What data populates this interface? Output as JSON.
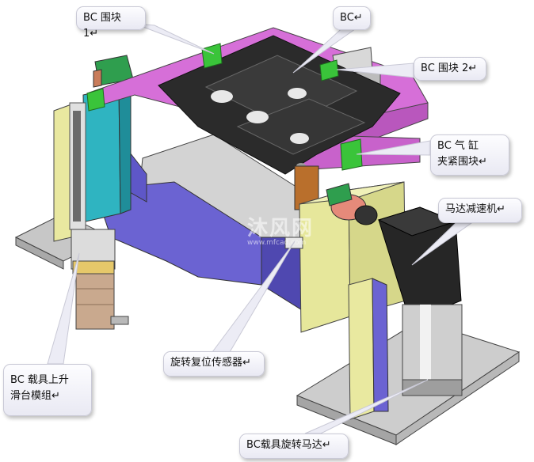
{
  "labels": {
    "bc_block_1": "BC 围块 1↵",
    "bc": "BC↵",
    "bc_block_2": "BC 围块 2↵",
    "bc_cylinder_clamp": "BC  气 缸\n夹紧围块↵",
    "motor_reducer": "马达减速机↵",
    "bc_fixture_lift": "BC  载具上升\n滑台模组↵",
    "rotation_reset_sensor": "旋转复位传感器↵",
    "bc_fixture_rotation_motor": "BC载具旋转马达↵"
  },
  "watermark": {
    "text": "沐风网",
    "sub": "www.mfcad.com"
  },
  "colors": {
    "magenta": "#d46cd6",
    "cyan": "#29b3c0",
    "green": "#3cc43c",
    "purple": "#6a5fd0",
    "yellow": "#e6e79a",
    "black": "#222222",
    "gray": "#c9c9c9",
    "brown": "#b8702a"
  }
}
